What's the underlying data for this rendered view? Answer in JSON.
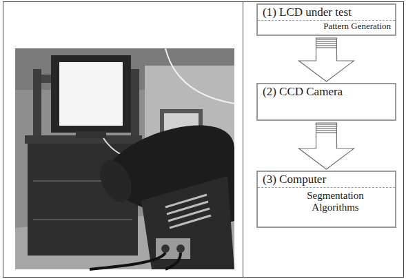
{
  "diagram": {
    "nodes": [
      {
        "text": [
          "(1) LCD under test",
          "Pattern Generation"
        ]
      },
      {
        "text": [
          "(2) CCD Camera"
        ]
      },
      {
        "text": [
          "(3) Computer",
          "Segmentation Algorithms"
        ]
      }
    ],
    "edges": [
      {
        "from": 0,
        "to": 1,
        "arrow": "to"
      },
      {
        "from": 1,
        "to": 2,
        "arrow": "to"
      }
    ]
  }
}
